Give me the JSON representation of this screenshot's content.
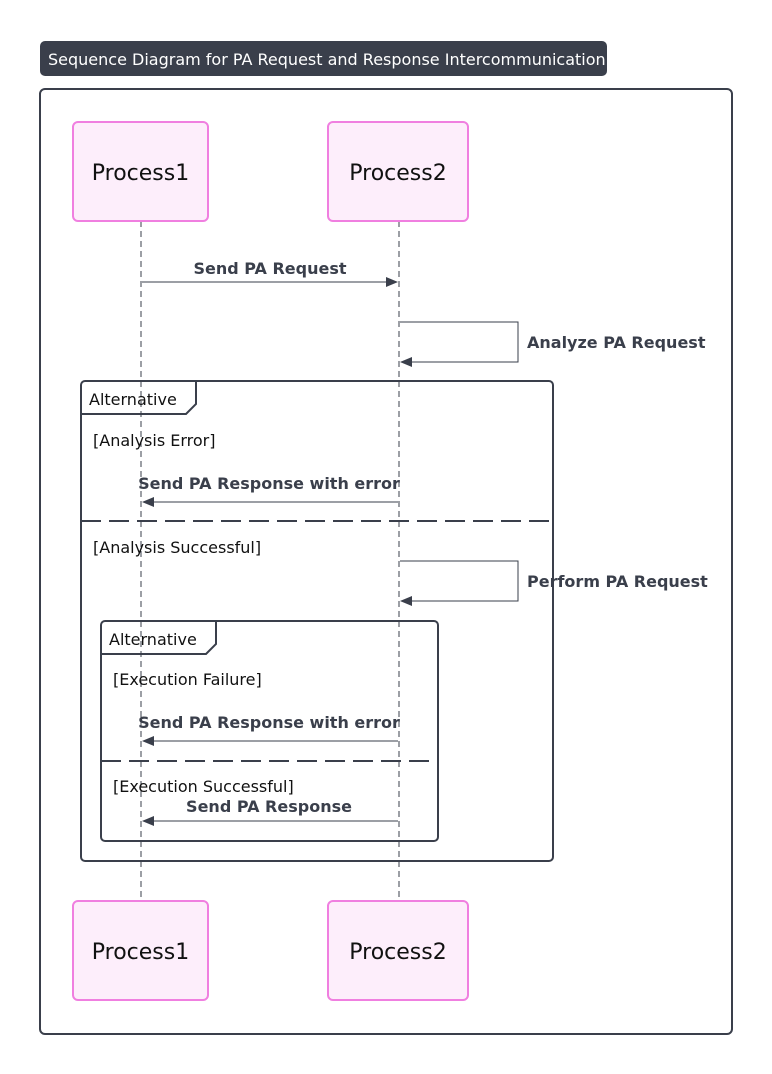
{
  "diagram": {
    "title": "Sequence Diagram for PA Request and Response Intercommunication",
    "participants": [
      {
        "id": "p1",
        "label": "Process1"
      },
      {
        "id": "p2",
        "label": "Process2"
      }
    ],
    "messages": {
      "send_request": {
        "from": "Process1",
        "to": "Process2",
        "label": "Send PA Request"
      },
      "analyze": {
        "from": "Process2",
        "to": "Process2",
        "label": "Analyze PA Request"
      },
      "error_response_1": {
        "from": "Process2",
        "to": "Process1",
        "label": "Send PA Response with error"
      },
      "perform": {
        "from": "Process2",
        "to": "Process2",
        "label": "Perform PA Request"
      },
      "error_response_2": {
        "from": "Process2",
        "to": "Process1",
        "label": "Send PA Response with error"
      },
      "response": {
        "from": "Process2",
        "to": "Process1",
        "label": "Send PA Response"
      }
    },
    "outer_alt": {
      "label": "Alternative",
      "branch1": "[Analysis Error]",
      "branch2": "[Analysis Successful]"
    },
    "inner_alt": {
      "label": "Alternative",
      "branch1": "[Execution Failure]",
      "branch2": "[Execution Successful]"
    },
    "colors": {
      "title_bg": "#3a3f4b",
      "actor_fill": "#fdeefb",
      "actor_stroke": "#f07fe0",
      "line": "#3a3f4b"
    }
  }
}
